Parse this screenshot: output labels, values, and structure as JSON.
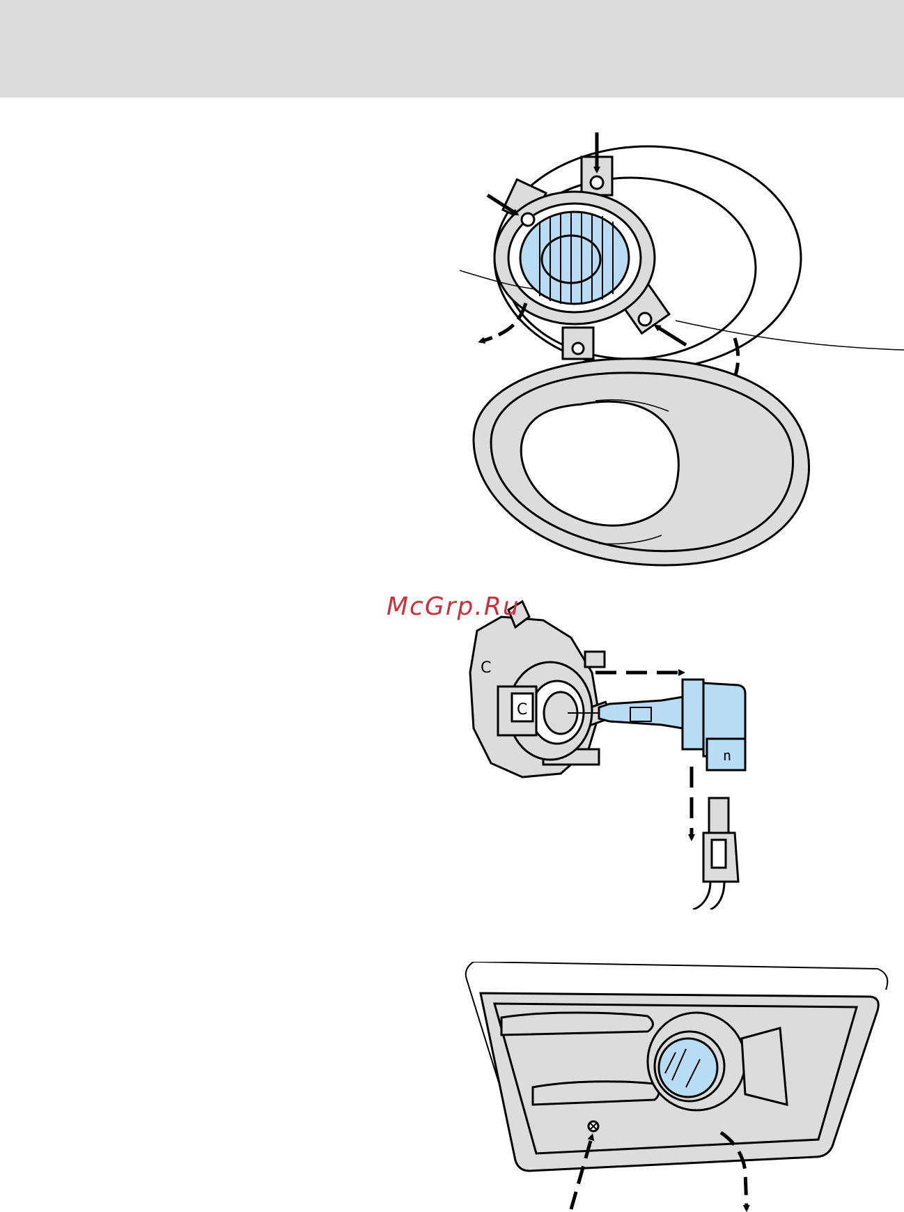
{
  "watermark": {
    "text": "McGrp.Ru",
    "color": "#c8323c"
  },
  "colors": {
    "header_band": "#dcdcdc",
    "lens_blue": "#b7dcf4",
    "housing_gray": "#dcdcdc",
    "line": "#000000"
  },
  "figures": [
    {
      "name": "fog-lamp-bezel-removal",
      "icon": "fog-lamp-bezel-diagram"
    },
    {
      "name": "fog-lamp-bulb-replacement",
      "icon": "bulb-connector-diagram"
    },
    {
      "name": "fog-lamp-mounted-bumper",
      "icon": "bumper-fog-lamp-diagram"
    }
  ]
}
